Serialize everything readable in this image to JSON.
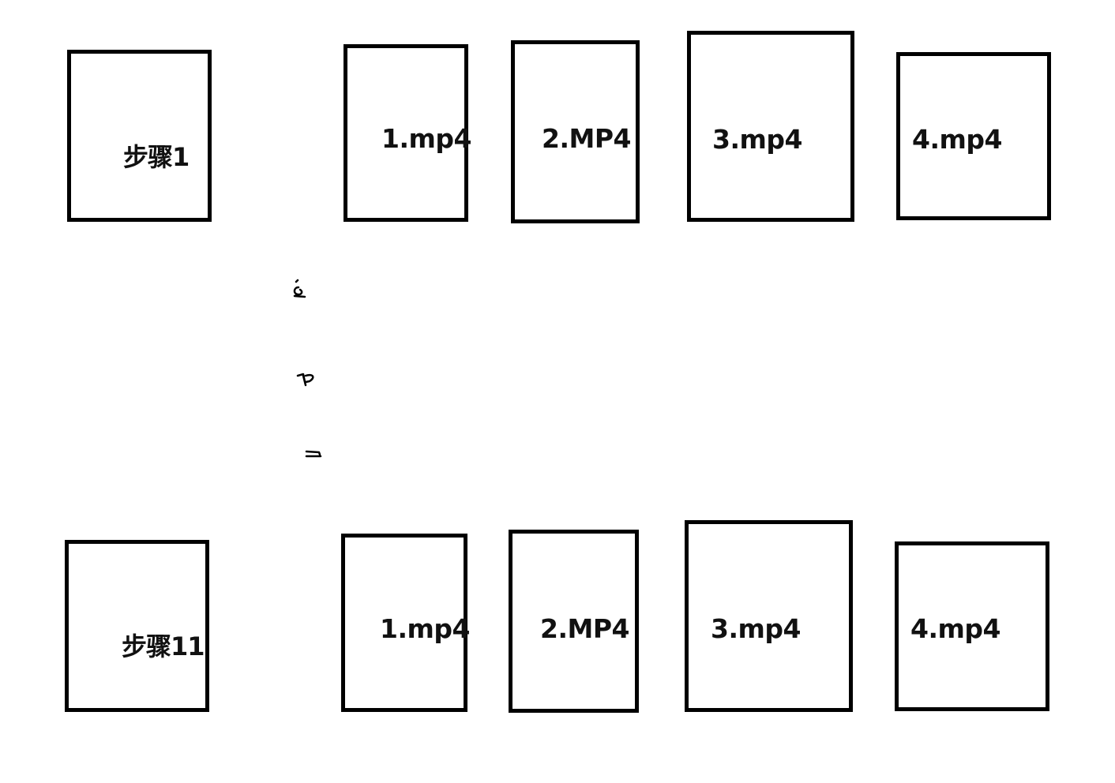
{
  "rows": [
    {
      "step_label": "步骤1",
      "files": [
        "1.mp4",
        "2.MP4",
        "3.mp4",
        "4.mp4"
      ]
    },
    {
      "step_label": "步骤11",
      "files": [
        "1.mp4",
        "2.MP4",
        "3.mp4",
        "4.mp4"
      ]
    }
  ],
  "colors": {
    "stroke": "#000000",
    "background": "#ffffff",
    "text": "#111111"
  }
}
